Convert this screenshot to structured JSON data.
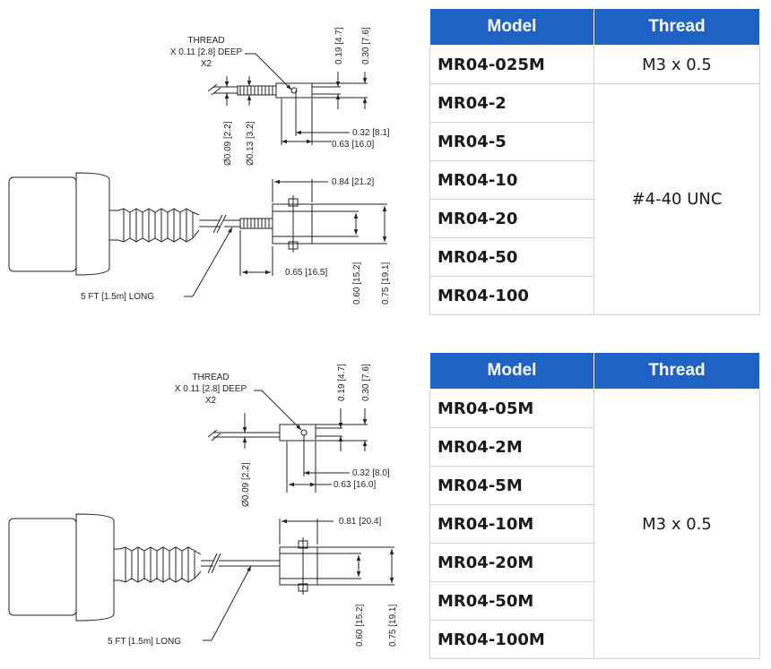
{
  "tables": [
    {
      "headers": [
        "Model",
        "Thread"
      ],
      "models": [
        "MR04-025M",
        "MR04-2",
        "MR04-5",
        "MR04-10",
        "MR04-20",
        "MR04-50",
        "MR04-100"
      ],
      "threads": [
        "M3 x 0.5",
        "#4-40 UNC"
      ]
    },
    {
      "headers": [
        "Model",
        "Thread"
      ],
      "models": [
        "MR04-05M",
        "MR04-2M",
        "MR04-5M",
        "MR04-10M",
        "MR04-20M",
        "MR04-50M",
        "MR04-100M"
      ],
      "threads": [
        "M3 x 0.5"
      ]
    }
  ],
  "diagrams": [
    {
      "thread_note": [
        "THREAD",
        "X 0.11 [2.8] DEEP",
        "X2"
      ],
      "dims": {
        "h1": "0.19 [4.7]",
        "h2": "0.30 [7.6]",
        "d1": "Ø0.09 [2.2]",
        "d2": "Ø0.13 [3.2]",
        "w1": "0.32 [8.1]",
        "w2": "0.63 [16.0]",
        "top": "0.84 [21.2]",
        "cable": "0.65 [16.5]",
        "v1": "0.60 [15.2]",
        "v2": "0.75 [19.1]"
      },
      "cable_note": "5 FT [1.5m] LONG"
    },
    {
      "thread_note": [
        "THREAD",
        "X 0.11 [2.8] DEEP",
        "X2"
      ],
      "dims": {
        "h1": "0.19 [4.7]",
        "h2": "0.30 [7.6]",
        "d1": "Ø0.09 [2.2]",
        "w1": "0.32 [8.0]",
        "w2": "0.63 [16.0]",
        "top": "0.81 [20.4]",
        "v1": "0.60 [15.2]",
        "v2": "0.75 [19.1]"
      },
      "cable_note": "5 FT [1.5m] LONG"
    }
  ]
}
